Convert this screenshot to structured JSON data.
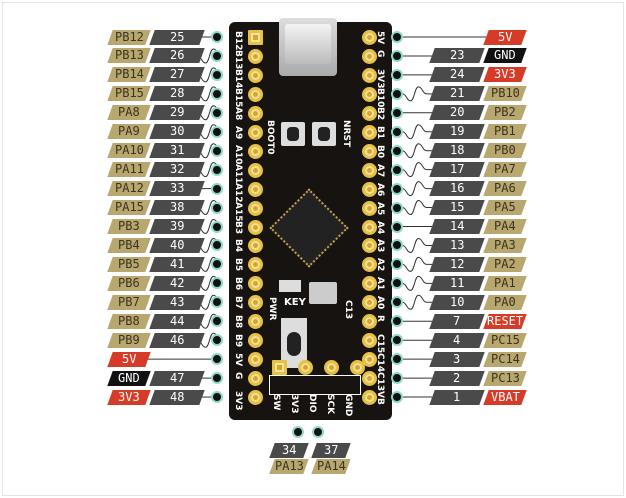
{
  "left_pins": [
    {
      "name": "PB12",
      "num": "25",
      "board": "B12",
      "style": "tan",
      "wavy": false
    },
    {
      "name": "PB13",
      "num": "26",
      "board": "B13",
      "style": "tan",
      "wavy": true
    },
    {
      "name": "PB14",
      "num": "27",
      "board": "B14",
      "style": "tan",
      "wavy": true
    },
    {
      "name": "PB15",
      "num": "28",
      "board": "B15",
      "style": "tan",
      "wavy": true
    },
    {
      "name": "PA8",
      "num": "29",
      "board": "A8",
      "style": "tan",
      "wavy": true
    },
    {
      "name": "PA9",
      "num": "30",
      "board": "A9",
      "style": "tan",
      "wavy": true
    },
    {
      "name": "PA10",
      "num": "31",
      "board": "A10",
      "style": "tan",
      "wavy": true
    },
    {
      "name": "PA11",
      "num": "32",
      "board": "A11",
      "style": "tan",
      "wavy": true
    },
    {
      "name": "PA12",
      "num": "33",
      "board": "A12",
      "style": "tan",
      "wavy": false
    },
    {
      "name": "PA15",
      "num": "38",
      "board": "A15",
      "style": "tan",
      "wavy": true
    },
    {
      "name": "PB3",
      "num": "39",
      "board": "B3",
      "style": "tan",
      "wavy": true
    },
    {
      "name": "PB4",
      "num": "40",
      "board": "B4",
      "style": "tan",
      "wavy": true
    },
    {
      "name": "PB5",
      "num": "41",
      "board": "B5",
      "style": "tan",
      "wavy": true
    },
    {
      "name": "PB6",
      "num": "42",
      "board": "B6",
      "style": "tan",
      "wavy": true
    },
    {
      "name": "PB7",
      "num": "43",
      "board": "B7",
      "style": "tan",
      "wavy": true
    },
    {
      "name": "PB8",
      "num": "44",
      "board": "B8",
      "style": "tan",
      "wavy": true
    },
    {
      "name": "PB9",
      "num": "46",
      "board": "B9",
      "style": "tan",
      "wavy": true
    },
    {
      "name": "5V",
      "num": null,
      "board": "5V",
      "style": "red",
      "wavy": false
    },
    {
      "name": "GND",
      "num": "47",
      "board": "G",
      "style": "blk",
      "wavy": false
    },
    {
      "name": "3V3",
      "num": "48",
      "board": "3V3",
      "style": "red",
      "wavy": false
    }
  ],
  "right_pins": [
    {
      "name": "5V",
      "num": null,
      "board": "5V",
      "style": "red",
      "wavy": false
    },
    {
      "name": "GND",
      "num": "23",
      "board": "G",
      "style": "blk",
      "wavy": false
    },
    {
      "name": "3V3",
      "num": "24",
      "board": "3V3",
      "style": "red",
      "wavy": false
    },
    {
      "name": "PB10",
      "num": "21",
      "board": "B10",
      "style": "tan",
      "wavy": true
    },
    {
      "name": "PB2",
      "num": "20",
      "board": "B2",
      "style": "tan",
      "wavy": false
    },
    {
      "name": "PB1",
      "num": "19",
      "board": "B1",
      "style": "tan",
      "wavy": true
    },
    {
      "name": "PB0",
      "num": "18",
      "board": "B0",
      "style": "tan",
      "wavy": true
    },
    {
      "name": "PA7",
      "num": "17",
      "board": "A7",
      "style": "tan",
      "wavy": true
    },
    {
      "name": "PA6",
      "num": "16",
      "board": "A6",
      "style": "tan",
      "wavy": true
    },
    {
      "name": "PA5",
      "num": "15",
      "board": "A5",
      "style": "tan",
      "wavy": true
    },
    {
      "name": "PA4",
      "num": "14",
      "board": "A4",
      "style": "tan",
      "wavy": false
    },
    {
      "name": "PA3",
      "num": "13",
      "board": "A3",
      "style": "tan",
      "wavy": true
    },
    {
      "name": "PA2",
      "num": "12",
      "board": "A2",
      "style": "tan",
      "wavy": true
    },
    {
      "name": "PA1",
      "num": "11",
      "board": "A1",
      "style": "tan",
      "wavy": true
    },
    {
      "name": "PA0",
      "num": "10",
      "board": "A0",
      "style": "tan",
      "wavy": true
    },
    {
      "name": "RESET",
      "num": "7",
      "board": "R",
      "style": "red",
      "wavy": false
    },
    {
      "name": "PC15",
      "num": "4",
      "board": "C15",
      "style": "tan",
      "wavy": false
    },
    {
      "name": "PC14",
      "num": "3",
      "board": "C14",
      "style": "tan",
      "wavy": false
    },
    {
      "name": "PC13",
      "num": "2",
      "board": "C13",
      "style": "tan",
      "wavy": false
    },
    {
      "name": "VBAT",
      "num": "1",
      "board": "VB",
      "style": "red",
      "wavy": false
    }
  ],
  "bottom_pins": [
    {
      "name": "PA13",
      "num": "34"
    },
    {
      "name": "PA14",
      "num": "37"
    }
  ],
  "board": {
    "boot0": "BOOT0",
    "nrst": "NRST",
    "key": "KEY",
    "pwr": "PWR",
    "c13": "C13",
    "swd": [
      "SW",
      "3V3",
      "DIO",
      "SCK",
      "GND"
    ]
  }
}
